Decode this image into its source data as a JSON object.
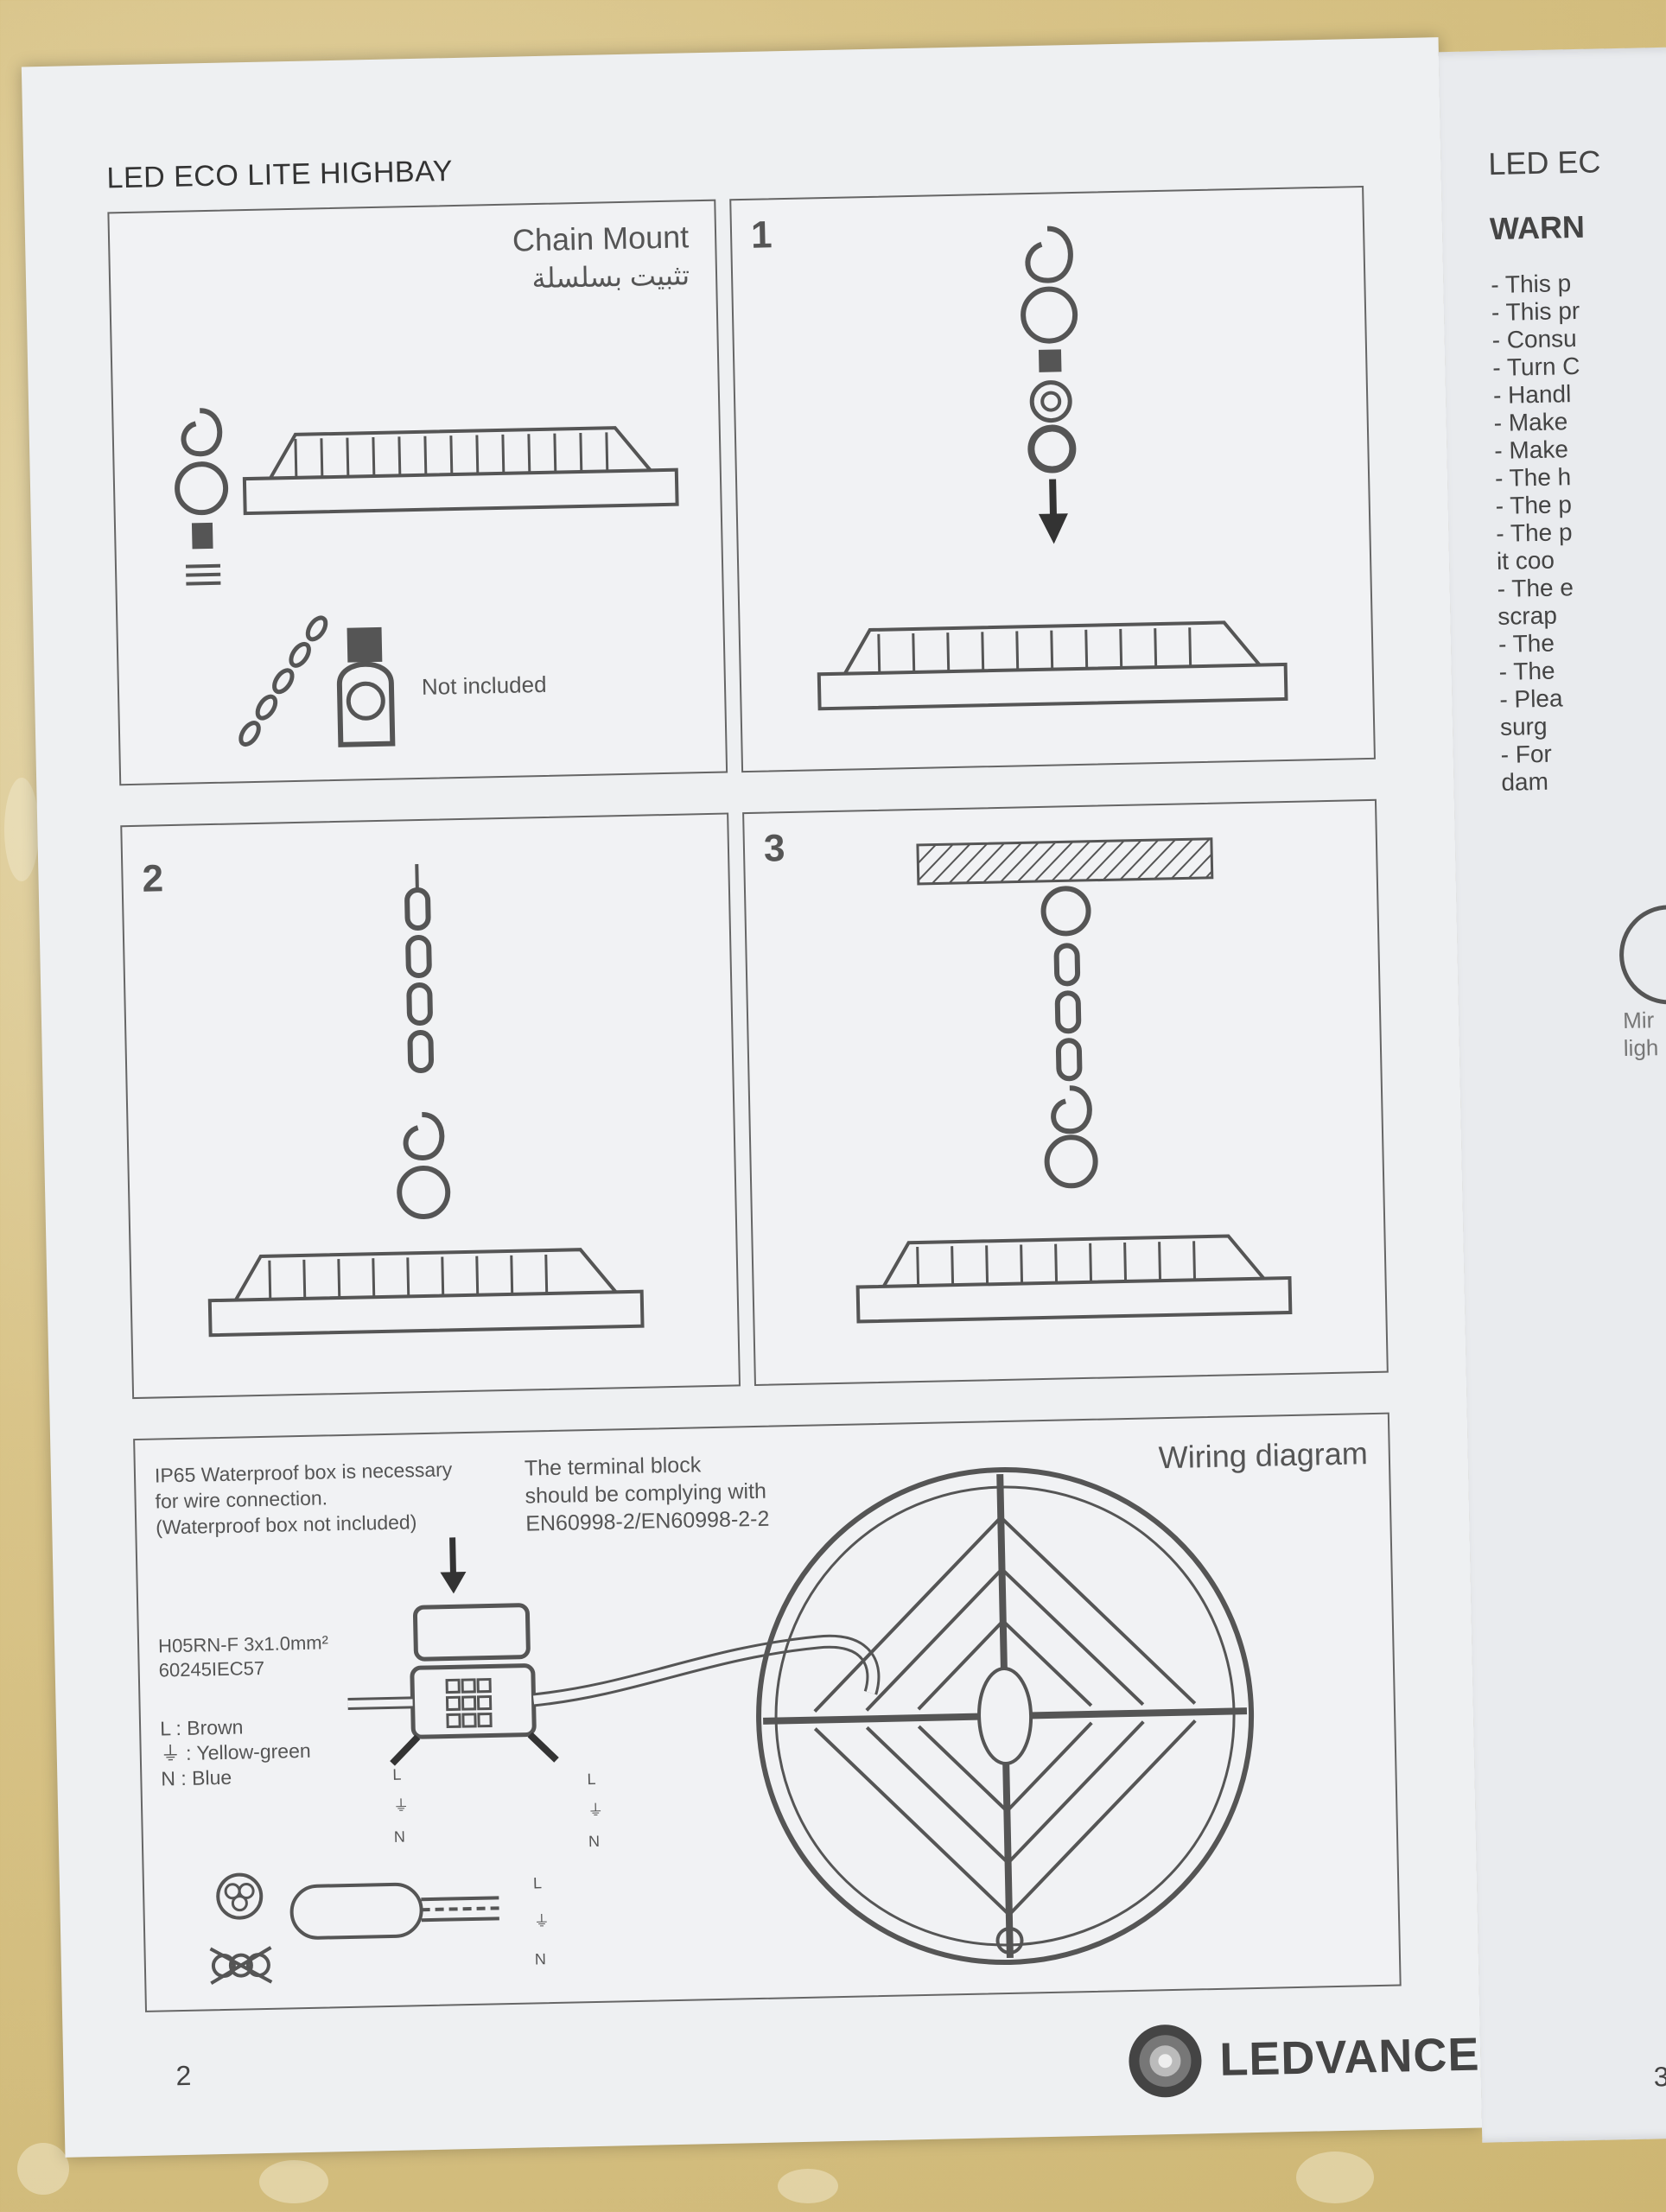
{
  "left_page": {
    "title": "LED ECO LITE HIGHBAY",
    "panel_chain_mount": {
      "title": "Chain Mount",
      "title_arabic": "تثبيت بسلسلة",
      "not_included": "Not included"
    },
    "panel_1": {
      "step": "1"
    },
    "panel_2": {
      "step": "2"
    },
    "panel_3": {
      "step": "3"
    },
    "wiring": {
      "title": "Wiring diagram",
      "waterproof_note": [
        "IP65 Waterproof box is necessary",
        "for wire connection.",
        "(Waterproof box not included)"
      ],
      "terminal_note": [
        "The terminal block",
        "should be complying with",
        "EN60998-2/EN60998-2-2"
      ],
      "cable_spec": [
        "H05RN-F 3x1.0mm²",
        "60245IEC57"
      ],
      "legend": [
        "L : Brown",
        "⏚ : Yellow-green",
        "N : Blue"
      ],
      "terminal_labels": [
        "L",
        "⏚",
        "N"
      ]
    },
    "page_number": "2",
    "brand": "LEDVANCE"
  },
  "right_page": {
    "title": "LED EC",
    "heading": "WARN",
    "lines": [
      "- This p",
      "- This pr",
      "- Consu",
      "- Turn C",
      "- Handl",
      "- Make",
      "- Make",
      "- The h",
      "- The p",
      "- The p",
      "  it coo",
      "- The e",
      "  scrap",
      "- The",
      "- The",
      "- Plea",
      "  surg",
      "- For",
      "  dam"
    ],
    "fragments": [
      "Mir",
      "ligh"
    ],
    "page_number": "3"
  }
}
